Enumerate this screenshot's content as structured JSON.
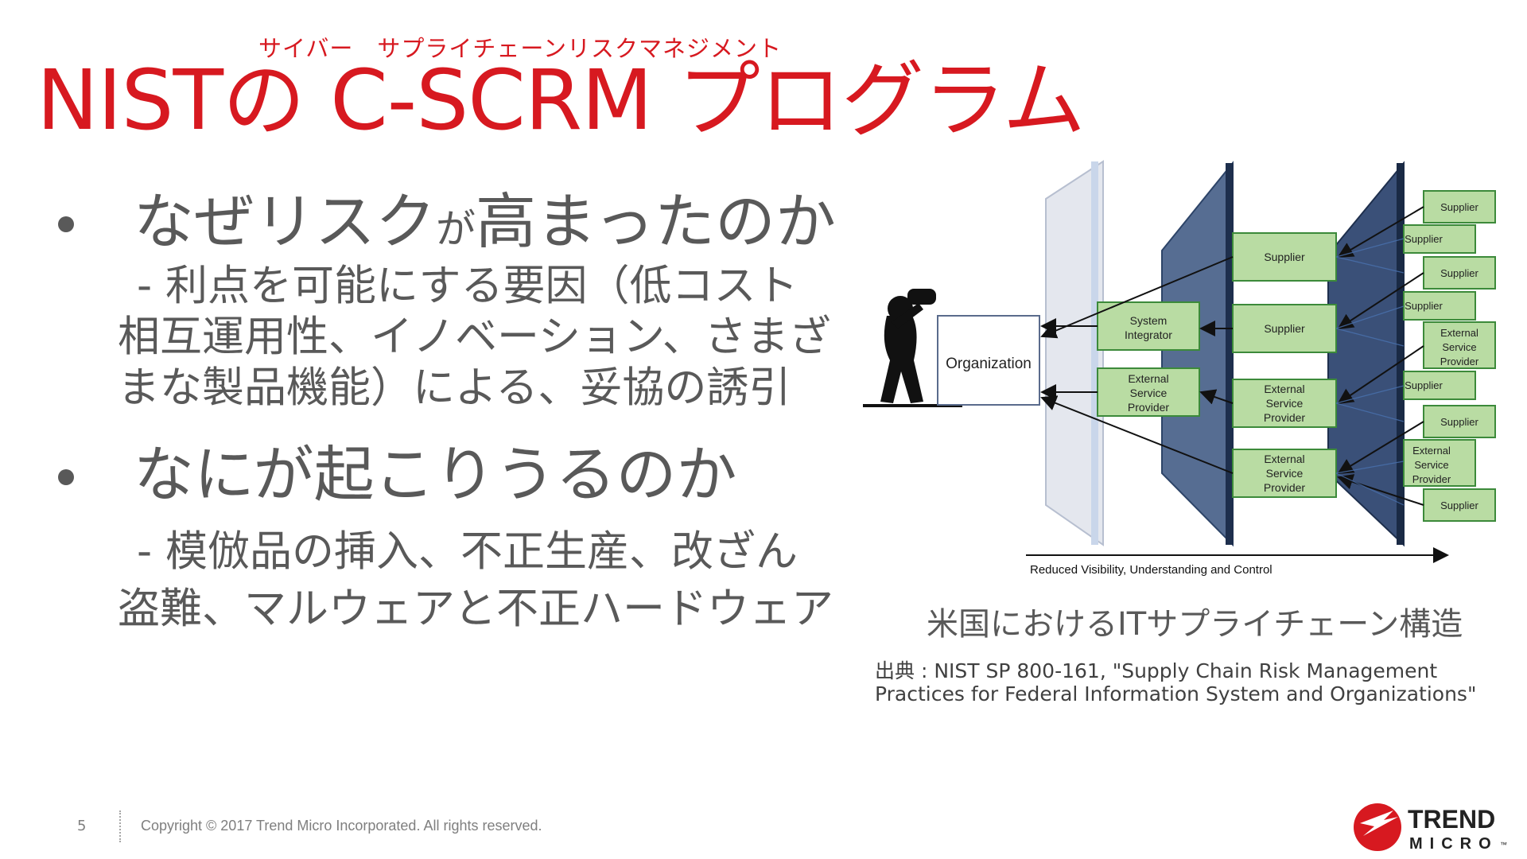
{
  "slide": {
    "ruby": "サイバー　サプライチェーンリスクマネジメント",
    "title": "NISTの C-SCRM プログラム",
    "bullets": [
      {
        "head_a": "なぜリスク",
        "head_b": "が",
        "head_c": "高まったのか",
        "sub": [
          "- 利点を可能にする要因（低コスト",
          "相互運用性、イノベーション、さまざ",
          "まな製品機能）による、妥協の誘引"
        ]
      },
      {
        "head": "なにが起こりうるのか",
        "sub": [
          "- 模倣品の挿入、不正生産、改ざん",
          "盗難、マルウェアと不正ハードウェア"
        ]
      }
    ],
    "caption": "米国におけるITサプライチェーン構造",
    "source": [
      "出典 : NIST SP 800-161, \"Supply Chain Risk Management",
      "Practices for Federal Information System and Organizations\""
    ]
  },
  "diagram": {
    "organization": "Organization",
    "tier1": [
      [
        "System",
        "Integrator"
      ],
      [
        "External",
        "Service",
        "Provider"
      ]
    ],
    "tier2": [
      [
        "Supplier"
      ],
      [
        "Supplier"
      ],
      [
        "External",
        "Service",
        "Provider"
      ],
      [
        "External",
        "Service",
        "Provider"
      ]
    ],
    "tier3": [
      [
        "Supplier"
      ],
      [
        "Supplier"
      ],
      [
        "Supplier"
      ],
      [
        "Supplier"
      ],
      [
        "External",
        "Service",
        "Provider"
      ],
      [
        "Supplier"
      ],
      [
        "Supplier"
      ],
      [
        "External",
        "Service",
        "Provider"
      ],
      [
        "Supplier"
      ]
    ],
    "axis_label": "Reduced Visibility, Understanding  and Control"
  },
  "footer": {
    "page_number": "5",
    "copyright": "Copyright © 2017 Trend Micro Incorporated. All rights reserved.",
    "logo_line1": "TREND",
    "logo_line2": "MICRO",
    "logo_tm": "™"
  },
  "colors": {
    "title": "#d71920",
    "body": "#595959",
    "box_fill": "#b9dca3",
    "box_border": "#3c8a3a",
    "panel": "#2d4468"
  }
}
